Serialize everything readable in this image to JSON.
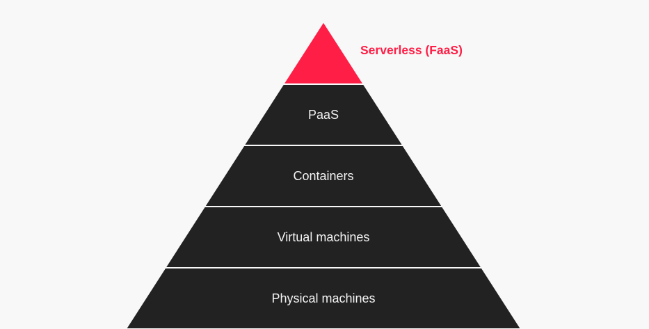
{
  "title": "Serverless (FaaS)",
  "layers": [
    "PaaS",
    "Containers",
    "Virtual machines",
    "Physical machines"
  ],
  "colors": {
    "accent": "#ff1e46",
    "layer": "#222222",
    "background": "#f8f8f8",
    "divider": "#d8d8d8"
  }
}
